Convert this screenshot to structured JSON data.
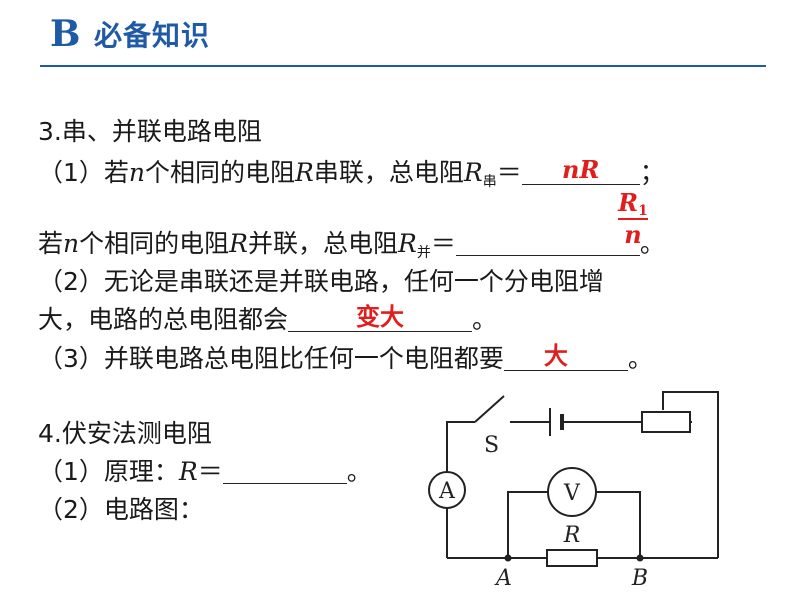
{
  "header": {
    "letter": "B",
    "title": "必备知识"
  },
  "section3": {
    "title": "3.串、并联电路电阻",
    "item1_a_pre": "（1）若",
    "item1_a_n": "n",
    "item1_a_mid": "个相同的电阻",
    "item1_a_r": "R",
    "item1_a_mid2": "串联，总电阻",
    "item1_a_rs": "R",
    "item1_a_sub": "串",
    "item1_a_eq": "＝",
    "item1_a_answer": "nR",
    "item1_a_end": "；",
    "item1_b_pre": "若",
    "item1_b_n": "n",
    "item1_b_mid": "个相同的电阻",
    "item1_b_r": "R",
    "item1_b_mid2": "并联，总电阻",
    "item1_b_rs": "R",
    "item1_b_sub": "并",
    "item1_b_eq": "＝",
    "item1_b_answer_num": "R",
    "item1_b_answer_num_sub": "1",
    "item1_b_answer_den": "n",
    "item1_b_end": "。",
    "item2_line1": "（2）无论是串联还是并联电路，任何一个分电阻增",
    "item2_line2_pre": "大，电路的总电阻都会",
    "item2_answer": "变大",
    "item2_end": "。",
    "item3_pre": "（3）并联电路总电阻比任何一个电阻都要",
    "item3_answer": "大",
    "item3_end": "。"
  },
  "section4": {
    "title": "4.伏安法测电阻",
    "item1_pre": "（1）原理：",
    "item1_r": "R",
    "item1_eq": "＝",
    "item1_end": "。",
    "item2": "（2）电路图："
  },
  "circuit": {
    "switch_label": "S",
    "ammeter_label": "A",
    "voltmeter_label": "V",
    "resistor_label": "R",
    "node_a_label": "A",
    "node_b_label": "B"
  },
  "colors": {
    "accent": "#1f5aa6",
    "answer": "#e01e1e"
  }
}
